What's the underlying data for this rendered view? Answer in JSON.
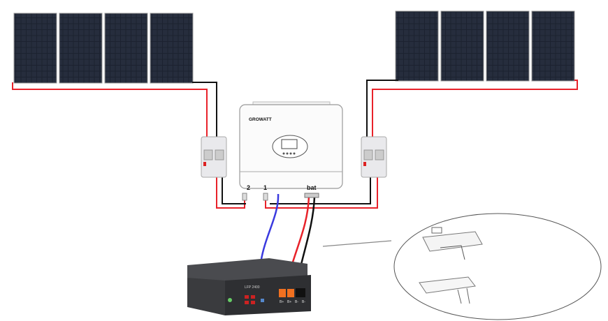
{
  "inverter": {
    "brand": "GROWATT",
    "port_labels": [
      "2",
      "1",
      "bat"
    ]
  },
  "battery": {
    "model": "LFP 2400",
    "terminals": [
      "B+",
      "B+",
      "B-",
      "B-"
    ]
  },
  "colors": {
    "positive_wire": "#e8222a",
    "negative_wire": "#111111",
    "communication_wire": "#3a3adf",
    "panel": "#1c2230",
    "battery": "#3a3b3e",
    "terminal": "#f07020"
  },
  "panel_groups": [
    {
      "count": 4
    },
    {
      "count": 4
    }
  ]
}
